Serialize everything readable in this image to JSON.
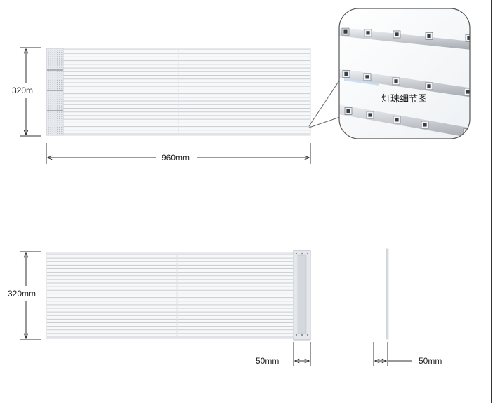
{
  "dimensions": {
    "top_height": "320m",
    "top_width": "960mm",
    "bottom_height": "320mm",
    "bottom_depth": "50mm",
    "side_depth": "50mm"
  },
  "detail": {
    "label": "灯珠细节图"
  },
  "colors": {
    "panel_line": "#c9cdd2",
    "panel_fill": "#f7f8f9",
    "dimension_line": "#333333",
    "module_fill": "#e3e6ea",
    "led_fill": "#3a3d40"
  },
  "panel": {
    "strip_count": 24
  }
}
